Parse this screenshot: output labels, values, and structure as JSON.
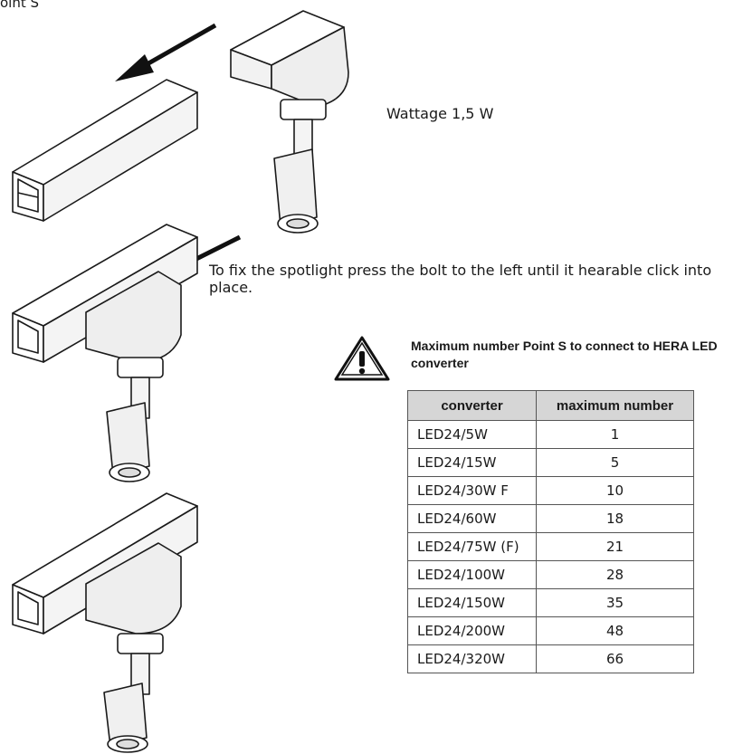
{
  "heading": "oint S",
  "wattage": "Wattage 1,5 W",
  "fix_instruction": "To fix the spotlight press the bolt to the left until it hearable click into place.",
  "warning_note": "Maximum number Point S to connect to HERA LED converter",
  "table": {
    "headers": [
      "converter",
      "maximum number"
    ],
    "rows": [
      [
        "LED24/5W",
        "1"
      ],
      [
        "LED24/15W",
        "5"
      ],
      [
        "LED24/30W F",
        "10"
      ],
      [
        "LED24/60W",
        "18"
      ],
      [
        "LED24/75W (F)",
        "21"
      ],
      [
        "LED24/100W",
        "28"
      ],
      [
        "LED24/150W",
        "35"
      ],
      [
        "LED24/200W",
        "48"
      ],
      [
        "LED24/320W",
        "66"
      ]
    ]
  },
  "icons": [
    "arrow-icon",
    "warning-triangle-icon"
  ]
}
